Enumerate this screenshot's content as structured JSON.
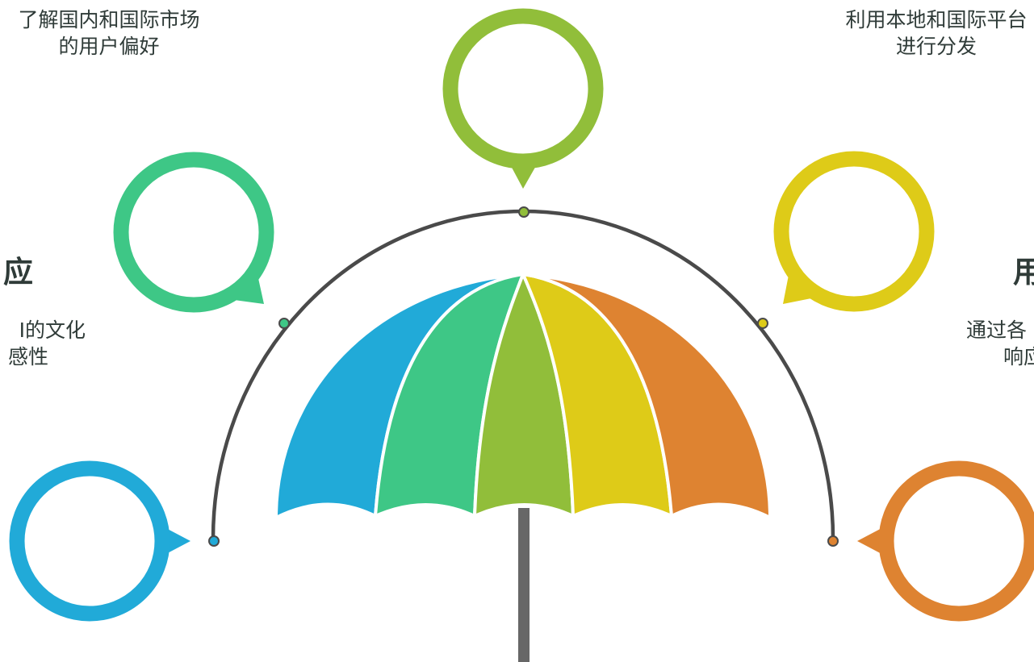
{
  "colors": {
    "blue": "#21aad8",
    "green": "#3ec786",
    "olive": "#91be3a",
    "yellow": "#decb18",
    "orange": "#de8331",
    "arc": "#4a4a4a",
    "handle": "#676767"
  },
  "texts": {
    "top_left": [
      "了解国内和国际市场",
      "的用户偏好"
    ],
    "top_right": [
      "利用本地和国际平台",
      "进行分发"
    ],
    "left_heading": "应",
    "left_desc": [
      "I的文化",
      "感性"
    ],
    "right_heading": "用",
    "right_desc": [
      "通过各",
      "响应"
    ]
  }
}
